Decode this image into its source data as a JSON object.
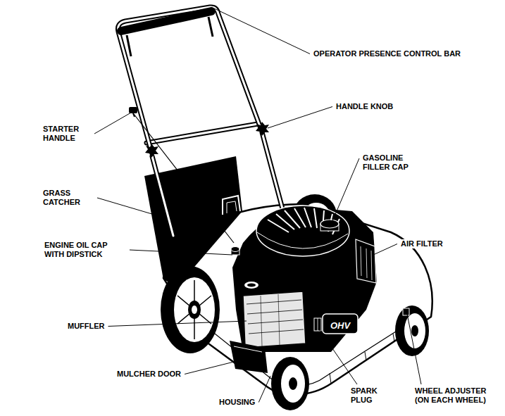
{
  "diagram": {
    "labels": [
      "OPERATOR PRESENCE CONTROL BAR",
      "HANDLE KNOB",
      "STARTER HANDLE",
      "GASOLINE FILLER CAP",
      "GRASS CATCHER",
      "AIR FILTER",
      "ENGINE OIL CAP WITH DIPSTICK",
      "MUFFLER",
      "MULCHER DOOR",
      "HOUSING",
      "SPARK PLUG",
      "WHEEL ADJUSTER (ON EACH WHEEL)",
      "OHV"
    ]
  }
}
